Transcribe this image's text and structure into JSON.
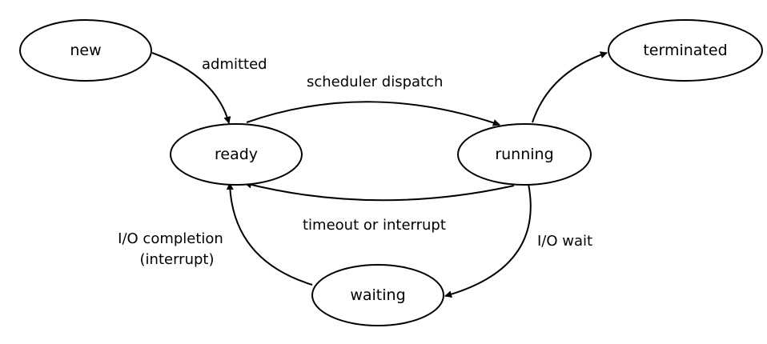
{
  "states": {
    "new": "new",
    "ready": "ready",
    "running": "running",
    "terminated": "terminated",
    "waiting": "waiting"
  },
  "transitions": {
    "admitted": "admitted",
    "scheduler_dispatch": "scheduler dispatch",
    "timeout_or_interrupt": "timeout or interrupt",
    "io_completion_line1": "I/O completion",
    "io_completion_line2": "(interrupt)",
    "io_wait": "I/O wait"
  }
}
